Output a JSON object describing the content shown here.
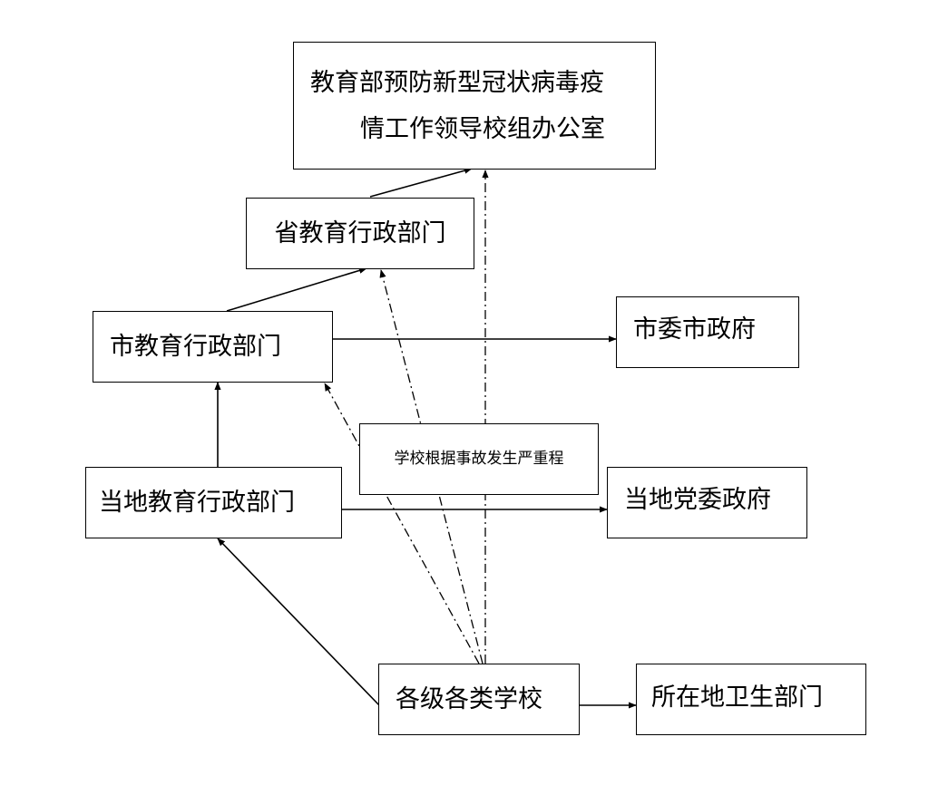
{
  "diagram": {
    "nodes": {
      "ministry_office": {
        "line1": "教育部预防新型冠状病毒疫",
        "line2": "情工作领导校组办公室"
      },
      "province_edu": "省教育行政部门",
      "city_edu": "市教育行政部门",
      "city_gov": "市委市政府",
      "severity_note": "学校根据事故发生严重程",
      "local_edu": "当地教育行政部门",
      "local_gov": "当地党委政府",
      "schools": "各级各类学校",
      "local_health": "所在地卫生部门"
    },
    "edges": [
      {
        "from": "province_edu",
        "to": "ministry_office",
        "style": "solid"
      },
      {
        "from": "city_edu",
        "to": "province_edu",
        "style": "solid"
      },
      {
        "from": "city_edu",
        "to": "city_gov",
        "style": "solid"
      },
      {
        "from": "local_edu",
        "to": "city_edu",
        "style": "solid"
      },
      {
        "from": "local_edu",
        "to": "local_gov",
        "style": "solid"
      },
      {
        "from": "schools",
        "to": "local_edu",
        "style": "solid"
      },
      {
        "from": "schools",
        "to": "local_health",
        "style": "solid"
      },
      {
        "from": "schools",
        "to": "ministry_office",
        "style": "dash-dot"
      },
      {
        "from": "schools",
        "to": "province_edu",
        "style": "dash-dot"
      },
      {
        "from": "schools",
        "to": "city_edu",
        "style": "dash-dot"
      }
    ]
  }
}
